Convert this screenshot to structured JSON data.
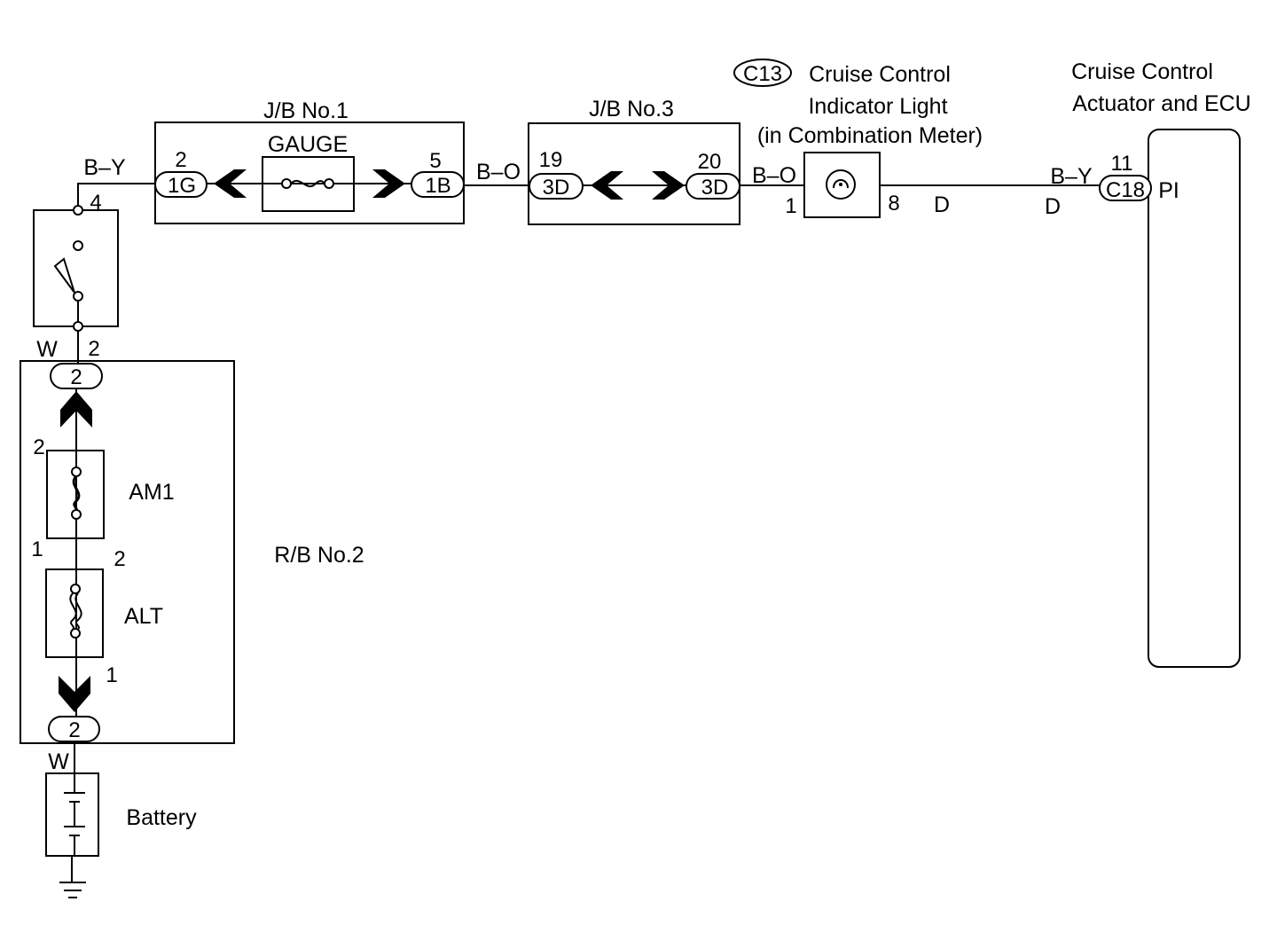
{
  "labels": {
    "jb1": "J/B No.1",
    "jb3": "J/B No.3",
    "gauge": "GAUGE",
    "rb2": "R/B No.2",
    "am1": "AM1",
    "alt": "ALT",
    "battery": "Battery",
    "c13": "C13",
    "indicator_line1": "Cruise Control",
    "indicator_line2": "Indicator Light",
    "indicator_line3": "(in Combination Meter)",
    "ecu_line1": "Cruise Control",
    "ecu_line2": "Actuator and ECU",
    "pi": "PI"
  },
  "wire_colors": {
    "by_left": "B–Y",
    "bo_1": "B–O",
    "bo_2": "B–O",
    "by_right": "B–Y",
    "w_top": "W",
    "w_bottom": "W",
    "d_1": "D",
    "d_2": "D"
  },
  "connectors": {
    "c_1g": "1G",
    "c_1b": "1B",
    "c_3d_left": "3D",
    "c_3d_right": "3D",
    "c_c18": "C18",
    "c_2_top": "2",
    "c_2_bottom": "2"
  },
  "pins": {
    "p_1g": "2",
    "p_1b": "5",
    "p_3d_left": "19",
    "p_3d_right": "20",
    "p_c13_in": "1",
    "p_c13_out": "8",
    "p_c18": "11",
    "p_switch_top": "4",
    "p_switch_bottom": "2",
    "p_am1_top": "2",
    "p_am1_bottom": "1",
    "p_alt_top": "2",
    "p_alt_bottom": "1"
  }
}
